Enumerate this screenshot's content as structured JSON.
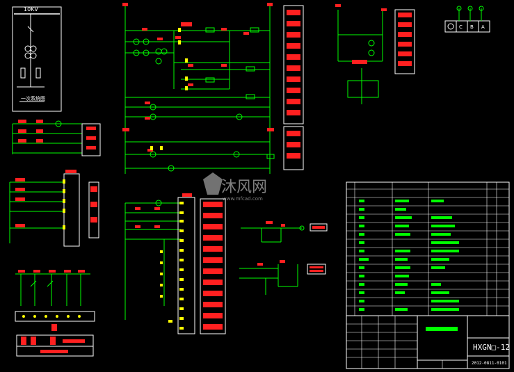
{
  "colors": {
    "background": "#000000",
    "primary_line": "#00ff00",
    "frame_line": "#ffffff",
    "label_block": "#ff2020",
    "terminal": "#ffff00",
    "label_text": "#ffffff"
  },
  "single_line": {
    "voltage_label": "10KV",
    "caption": "一次系统图"
  },
  "title_block": {
    "model": "HXGN□-12",
    "drawing_number": "2012-0811-0101"
  },
  "phase_indicator": {
    "cells": [
      "A",
      "B",
      "C"
    ]
  },
  "watermark": {
    "brand": "沐风网",
    "url": "www.mfcad.com"
  }
}
